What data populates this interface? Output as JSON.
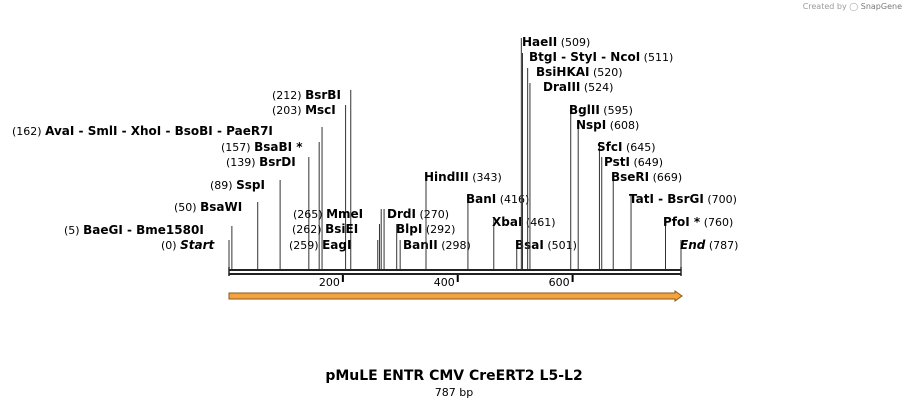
{
  "credit": {
    "prefix": "Created by",
    "brand": "SnapGene"
  },
  "title": "pMuLE ENTR CMV CreERT2 L5-L2",
  "length_label": "787 bp",
  "colors": {
    "feature_fill": "#f4a340",
    "feature_stroke": "#8a5a10",
    "backbone": "#222222"
  },
  "sequence": {
    "length": 787,
    "ticks": [
      200,
      400,
      600
    ],
    "feature": {
      "start": 1,
      "end": 787,
      "direction": "forward"
    }
  },
  "sites": [
    {
      "pos": "(0)",
      "names": [
        "Start"
      ],
      "italic": true,
      "bp": 0
    },
    {
      "pos": "(5)",
      "names": [
        "BaeGI",
        "Bme1580I"
      ],
      "bp": 5
    },
    {
      "pos": "(50)",
      "names": [
        "BsaWI"
      ],
      "bp": 50
    },
    {
      "pos": "(89)",
      "names": [
        "SspI"
      ],
      "bp": 89
    },
    {
      "pos": "(139)",
      "names": [
        "BsrDI"
      ],
      "bp": 139
    },
    {
      "pos": "(157)",
      "names": [
        "BsaBI *"
      ],
      "bp": 157
    },
    {
      "pos": "(162)",
      "names": [
        "AvaI",
        "SmlI",
        "XhoI",
        "BsoBI",
        "PaeR7I"
      ],
      "bp": 162
    },
    {
      "pos": "(203)",
      "names": [
        "MscI"
      ],
      "bp": 203
    },
    {
      "pos": "(212)",
      "names": [
        "BsrBI"
      ],
      "bp": 212
    },
    {
      "pos": "(259)",
      "names": [
        "EagI"
      ],
      "bp": 259
    },
    {
      "pos": "(262)",
      "names": [
        "BsiEI"
      ],
      "bp": 262
    },
    {
      "pos": "(265)",
      "names": [
        "MmeI"
      ],
      "bp": 265
    },
    {
      "pos": "(270)",
      "names": [
        "DrdI"
      ],
      "bp": 270
    },
    {
      "pos": "(292)",
      "names": [
        "BlpI"
      ],
      "bp": 292
    },
    {
      "pos": "(298)",
      "names": [
        "BanII"
      ],
      "bp": 298
    },
    {
      "pos": "(343)",
      "names": [
        "HindIII"
      ],
      "bp": 343
    },
    {
      "pos": "(416)",
      "names": [
        "BanI"
      ],
      "bp": 416
    },
    {
      "pos": "(461)",
      "names": [
        "XbaI"
      ],
      "bp": 461
    },
    {
      "pos": "(501)",
      "names": [
        "BsaI"
      ],
      "bp": 501
    },
    {
      "pos": "(509)",
      "names": [
        "HaeII"
      ],
      "bp": 509
    },
    {
      "pos": "(511)",
      "names": [
        "BtgI",
        "StyI",
        "NcoI"
      ],
      "bp": 511
    },
    {
      "pos": "(520)",
      "names": [
        "BsiHKAI"
      ],
      "bp": 520
    },
    {
      "pos": "(524)",
      "names": [
        "DraIII"
      ],
      "bp": 524
    },
    {
      "pos": "(595)",
      "names": [
        "BglII"
      ],
      "bp": 595
    },
    {
      "pos": "(608)",
      "names": [
        "NspI"
      ],
      "bp": 608
    },
    {
      "pos": "(645)",
      "names": [
        "SfcI"
      ],
      "bp": 645
    },
    {
      "pos": "(649)",
      "names": [
        "PstI"
      ],
      "bp": 649
    },
    {
      "pos": "(669)",
      "names": [
        "BseRI"
      ],
      "bp": 669
    },
    {
      "pos": "(700)",
      "names": [
        "TatI",
        "BsrGI"
      ],
      "bp": 700
    },
    {
      "pos": "(760)",
      "names": [
        "PfoI *"
      ],
      "bp": 760
    },
    {
      "pos": "(787)",
      "names": [
        "End"
      ],
      "italic": true,
      "bp": 787
    }
  ]
}
